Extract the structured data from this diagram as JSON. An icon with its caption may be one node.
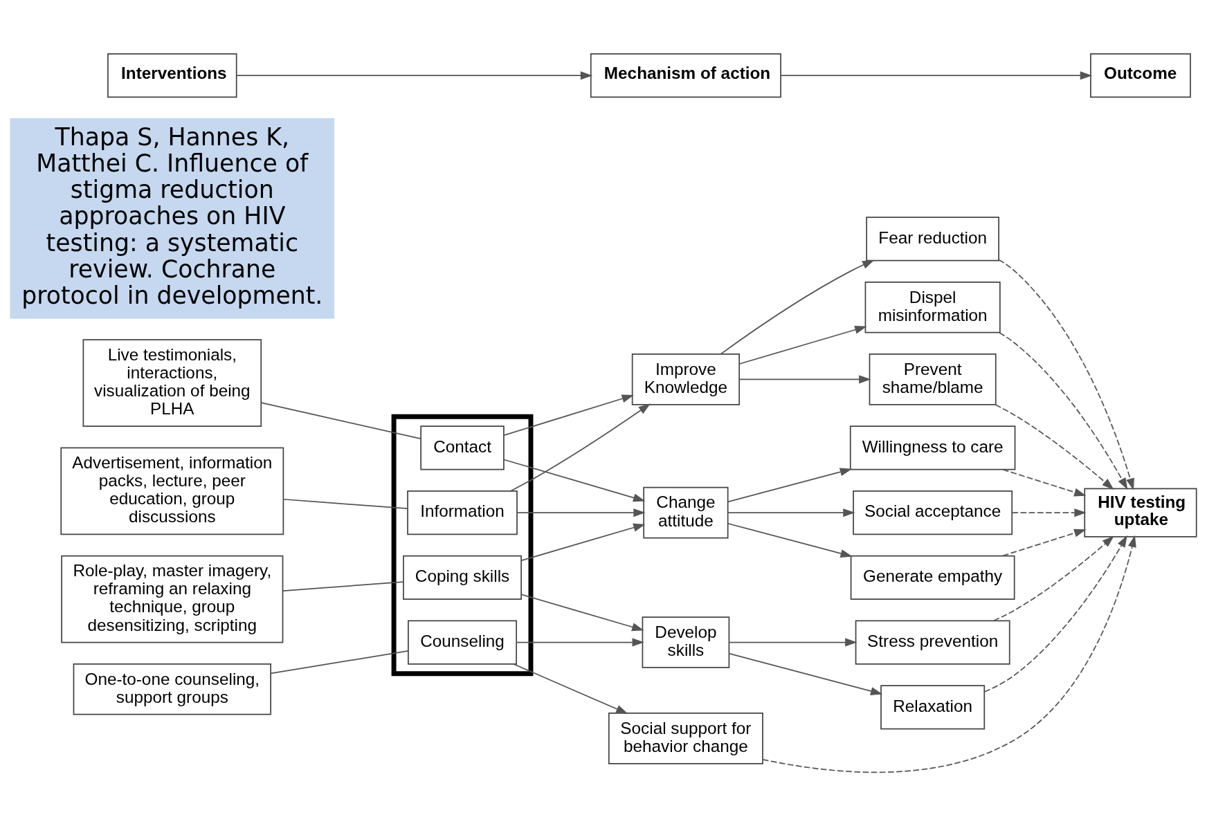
{
  "diagram": {
    "nodes": [
      {
        "text": [
          "Interventions"
        ]
      },
      {
        "text": [
          "Mechanism of action"
        ]
      },
      {
        "text": [
          "Outcome"
        ]
      },
      {
        "text": [
          "Live testimonials, interactions, visualization of being PLHA"
        ]
      },
      {
        "text": [
          "Advertisement, information packs, lecture, peer education, group discussions"
        ]
      },
      {
        "text": [
          "Role-play, master imagery, reframing an relaxing technique, group desensitizing, scripting"
        ]
      },
      {
        "text": [
          "One-to-one counseling, support groups"
        ]
      },
      {
        "text": [],
        "shape": "box"
      },
      {
        "text": [
          "Contact"
        ],
        "in": 7
      },
      {
        "text": [
          "Information"
        ],
        "in": 7
      },
      {
        "text": [
          "Coping skills"
        ],
        "in": 7
      },
      {
        "text": [
          "Counseling"
        ],
        "in": 7
      },
      {
        "text": [
          "Improve Knowledge"
        ]
      },
      {
        "text": [
          "Change attitude"
        ]
      },
      {
        "text": [
          "Develop skills"
        ]
      },
      {
        "text": [
          "Dispel misinformation"
        ]
      },
      {
        "text": [
          "Prevent shame/blame"
        ]
      },
      {
        "text": [
          "Fear reduction"
        ]
      },
      {
        "text": [
          "Social acceptance"
        ]
      },
      {
        "text": [
          "Generate empathy"
        ]
      },
      {
        "text": [
          "Willingness to care"
        ]
      },
      {
        "text": [
          "Stress prevention"
        ]
      },
      {
        "text": [
          "Relaxation"
        ]
      },
      {
        "text": [
          "Social support for behavior change"
        ]
      },
      {
        "text": [
          "HIV testing uptake"
        ]
      },
      {
        "text": [
          "Thapa S, Hannes K, Matthei C. Influence of stigma reduction approaches on HIV testing: a systematic review. Cochrane protocol in development."
        ]
      }
    ],
    "edges": [
      {
        "from": 0,
        "to": 1,
        "arrow": "to"
      },
      {
        "from": 1,
        "to": 2,
        "arrow": "to"
      },
      {
        "from": 3,
        "to": 8,
        "arrow": "none"
      },
      {
        "from": 4,
        "to": 9,
        "arrow": "none"
      },
      {
        "from": 5,
        "to": 10,
        "arrow": "none"
      },
      {
        "from": 6,
        "to": 11,
        "arrow": "none"
      },
      {
        "from": 8,
        "to": 12,
        "arrow": "to"
      },
      {
        "from": 8,
        "to": 13,
        "arrow": "to"
      },
      {
        "from": 9,
        "to": 12,
        "arrow": "to"
      },
      {
        "from": 9,
        "to": 13,
        "arrow": "to"
      },
      {
        "from": 10,
        "to": 13,
        "arrow": "to"
      },
      {
        "from": 10,
        "to": 14,
        "arrow": "to"
      },
      {
        "from": 11,
        "to": 14,
        "arrow": "to"
      },
      {
        "from": 11,
        "to": 23,
        "arrow": "to"
      },
      {
        "from": 12,
        "to": 15,
        "arrow": "to"
      },
      {
        "from": 12,
        "to": 16,
        "arrow": "to"
      },
      {
        "from": 12,
        "to": 17,
        "arrow": "to"
      },
      {
        "from": 13,
        "to": 18,
        "arrow": "to"
      },
      {
        "from": 13,
        "to": 19,
        "arrow": "to"
      },
      {
        "from": 13,
        "to": 20,
        "arrow": "to"
      },
      {
        "from": 14,
        "to": 21,
        "arrow": "to"
      },
      {
        "from": 14,
        "to": 22,
        "arrow": "to"
      },
      {
        "from": 15,
        "to": 24,
        "arrow": "to",
        "style": "dashed"
      },
      {
        "from": 16,
        "to": 24,
        "arrow": "to",
        "style": "dashed"
      },
      {
        "from": 17,
        "to": 24,
        "arrow": "to",
        "style": "dashed"
      },
      {
        "from": 18,
        "to": 24,
        "arrow": "to",
        "style": "dashed"
      },
      {
        "from": 19,
        "to": 24,
        "arrow": "to",
        "style": "dashed"
      },
      {
        "from": 20,
        "to": 24,
        "arrow": "to",
        "style": "dashed"
      },
      {
        "from": 21,
        "to": 24,
        "arrow": "to",
        "style": "dashed"
      },
      {
        "from": 22,
        "to": 24,
        "arrow": "to",
        "style": "dashed"
      },
      {
        "from": 23,
        "to": 24,
        "arrow": "to",
        "style": "dashed"
      }
    ]
  }
}
